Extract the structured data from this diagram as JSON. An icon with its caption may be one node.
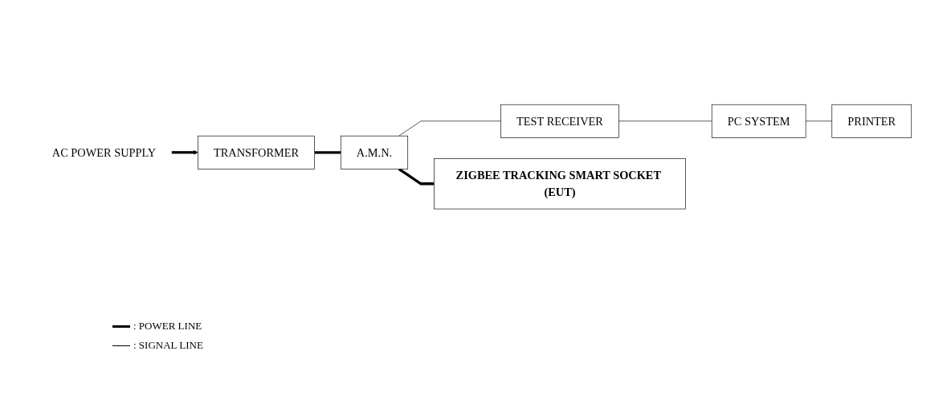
{
  "diagram": {
    "nodes": [
      {
        "text": [
          "AC POWER SUPPLY"
        ]
      },
      {
        "text": [
          "TRANSFORMER"
        ]
      },
      {
        "text": [
          "A.M.N."
        ]
      },
      {
        "text": [
          "TEST RECEIVER"
        ]
      },
      {
        "text": [
          "PC SYSTEM"
        ]
      },
      {
        "text": [
          "PRINTER"
        ]
      },
      {
        "text": [
          "ZIGBEE TRACKING SMART SOCKET (EUT)"
        ]
      }
    ],
    "edges": [
      {
        "from": 0,
        "to": 1,
        "arrow": "to",
        "style": "thick"
      },
      {
        "from": 1,
        "to": 2,
        "arrow": "none",
        "style": "thick"
      },
      {
        "from": 2,
        "to": 3,
        "arrow": "none"
      },
      {
        "from": 3,
        "to": 4,
        "arrow": "none"
      },
      {
        "from": 4,
        "to": 5,
        "arrow": "none"
      },
      {
        "from": 2,
        "to": 6,
        "arrow": "none",
        "style": "thick"
      }
    ],
    "legend": [
      {
        "text": ": POWER LINE"
      },
      {
        "text": ": SIGNAL LINE"
      }
    ]
  }
}
